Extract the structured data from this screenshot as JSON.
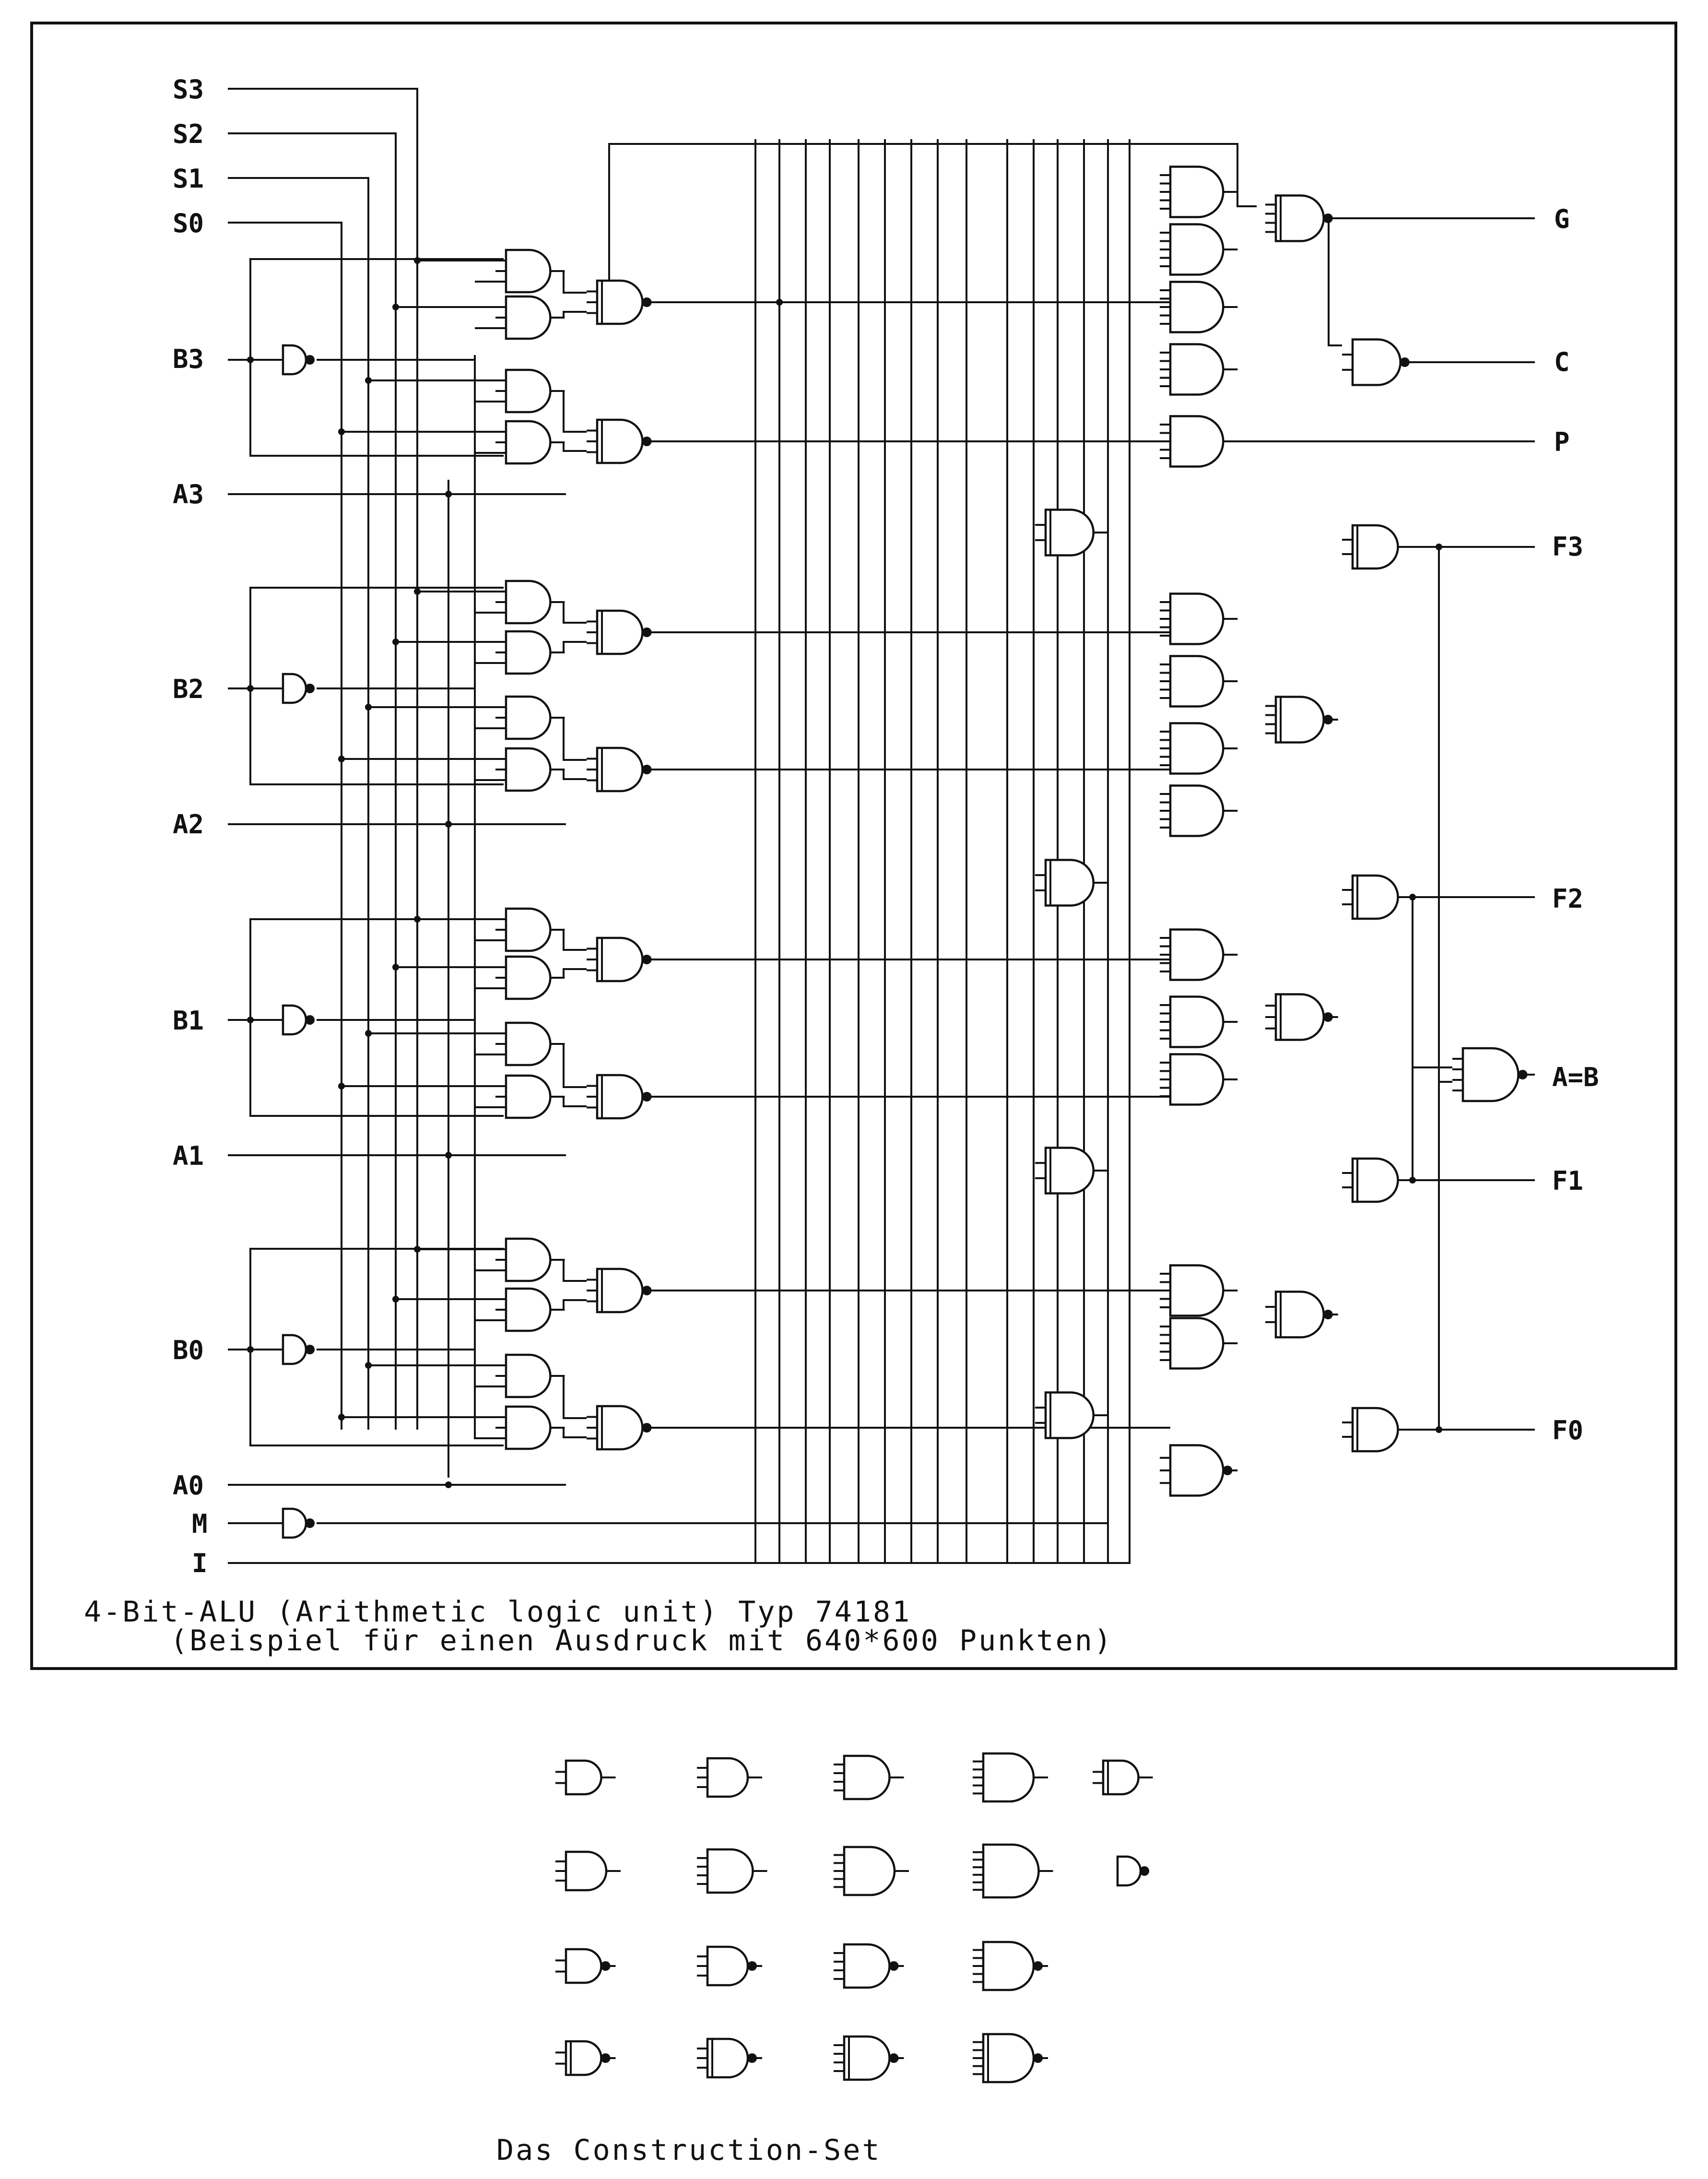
{
  "schematic": {
    "inputs": [
      "S3",
      "S2",
      "S1",
      "S0",
      "B3",
      "A3",
      "B2",
      "A2",
      "B1",
      "A1",
      "B0",
      "A0",
      "M",
      "I"
    ],
    "outputs": [
      "G",
      "C",
      "P",
      "F3",
      "F2",
      "A=B",
      "F1",
      "F0"
    ],
    "caption_line1": "4-Bit-ALU (Arithmetic logic unit) Typ 74181",
    "caption_line2": "(Beispiel für einen Ausdruck mit  640*600 Punkten)"
  },
  "construction_set": {
    "title": "Das Construction-Set",
    "rows": [
      [
        "and-2",
        "and-3",
        "and-4",
        "and-5",
        "or-2"
      ],
      [
        "and-3-alt",
        "and-4-alt",
        "and-5-alt",
        "and-6",
        "buffer-inv"
      ],
      [
        "nand-2",
        "nand-3",
        "nand-4",
        "nand-5"
      ],
      [
        "nand-2-alt",
        "nand-3-alt",
        "nand-4-alt",
        "nand-5-alt"
      ]
    ]
  }
}
